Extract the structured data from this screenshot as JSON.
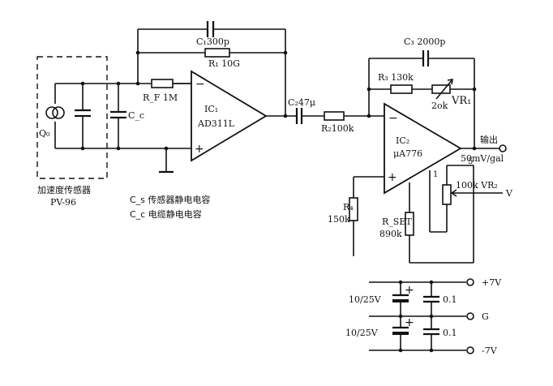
{
  "sensor": {
    "box_label": "加速度传感器",
    "model": "PV-96",
    "source_label": "Q₀",
    "cap_label": "C_c"
  },
  "ic1": {
    "name": "IC₁",
    "part": "AD311L",
    "feedback_cap": "C₁300p",
    "feedback_res": "R₁ 10G",
    "input_res": "R_F 1M"
  },
  "coupling": {
    "cap": "C₂47μ",
    "res": "R₂100k"
  },
  "ic2": {
    "name": "IC₂",
    "part": "μA776",
    "feedback_cap": "C₃ 2000p",
    "feedback_res": "R₃ 130k",
    "trim_value": "2ok",
    "trim_name": "VR₁",
    "pin5": "5",
    "pin1": "1",
    "rg_label": "R₄",
    "rg_value": "150k",
    "rset_label": "R_SET",
    "rset_value": "890k",
    "pot_value": "100k VR₂",
    "bias_label": "V"
  },
  "output": {
    "label": "输出",
    "sensitivity": "50mV/gal"
  },
  "legend": {
    "line1": "C_s 传感器静电电容",
    "line2": "C_c 电缆静电电容"
  },
  "power": {
    "pos": "+7V",
    "gnd": "G",
    "neg": "-7V",
    "elco1": "10/25V",
    "elco2": "10/25V",
    "cap1": "0.1",
    "cap2": "0.1"
  }
}
